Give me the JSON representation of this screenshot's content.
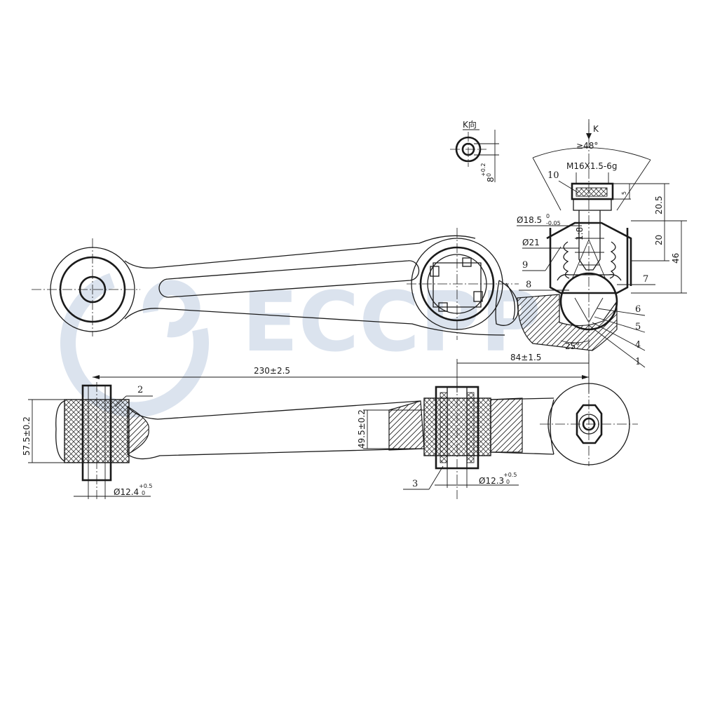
{
  "watermark": {
    "text": "ECCPP",
    "color": "#dbe3ee"
  },
  "view_label": "K向",
  "arrow_label": "K",
  "dimensions": {
    "angle_top": "≥48°",
    "thread": "M16X1.5-6g",
    "height_5": "5",
    "height_20_5": "20.5",
    "height_20": "20",
    "height_46": "46",
    "dia_18_5": "Ø18.5",
    "dia_18_5_tol_upper": "0",
    "dia_18_5_tol_lower": "-0.05",
    "dia_21": "Ø21",
    "taper": "1:8",
    "angle_25": "25°",
    "k_view_dim": "8",
    "k_view_tol_upper": "+0.2",
    "k_view_tol_lower": "0",
    "length_230": "230±2.5",
    "length_84": "84±1.5",
    "width_57_5": "57.5±0.2",
    "width_49_5": "49.5±0.2",
    "dia_12_4": "Ø12.4",
    "dia_12_4_tol_upper": "+0.5",
    "dia_12_4_tol_lower": "0",
    "dia_12_3": "Ø12.3",
    "dia_12_3_tol_upper": "+0.5",
    "dia_12_3_tol_lower": "0"
  },
  "callouts": [
    "1",
    "2",
    "3",
    "4",
    "5",
    "6",
    "7",
    "8",
    "9",
    "10"
  ]
}
